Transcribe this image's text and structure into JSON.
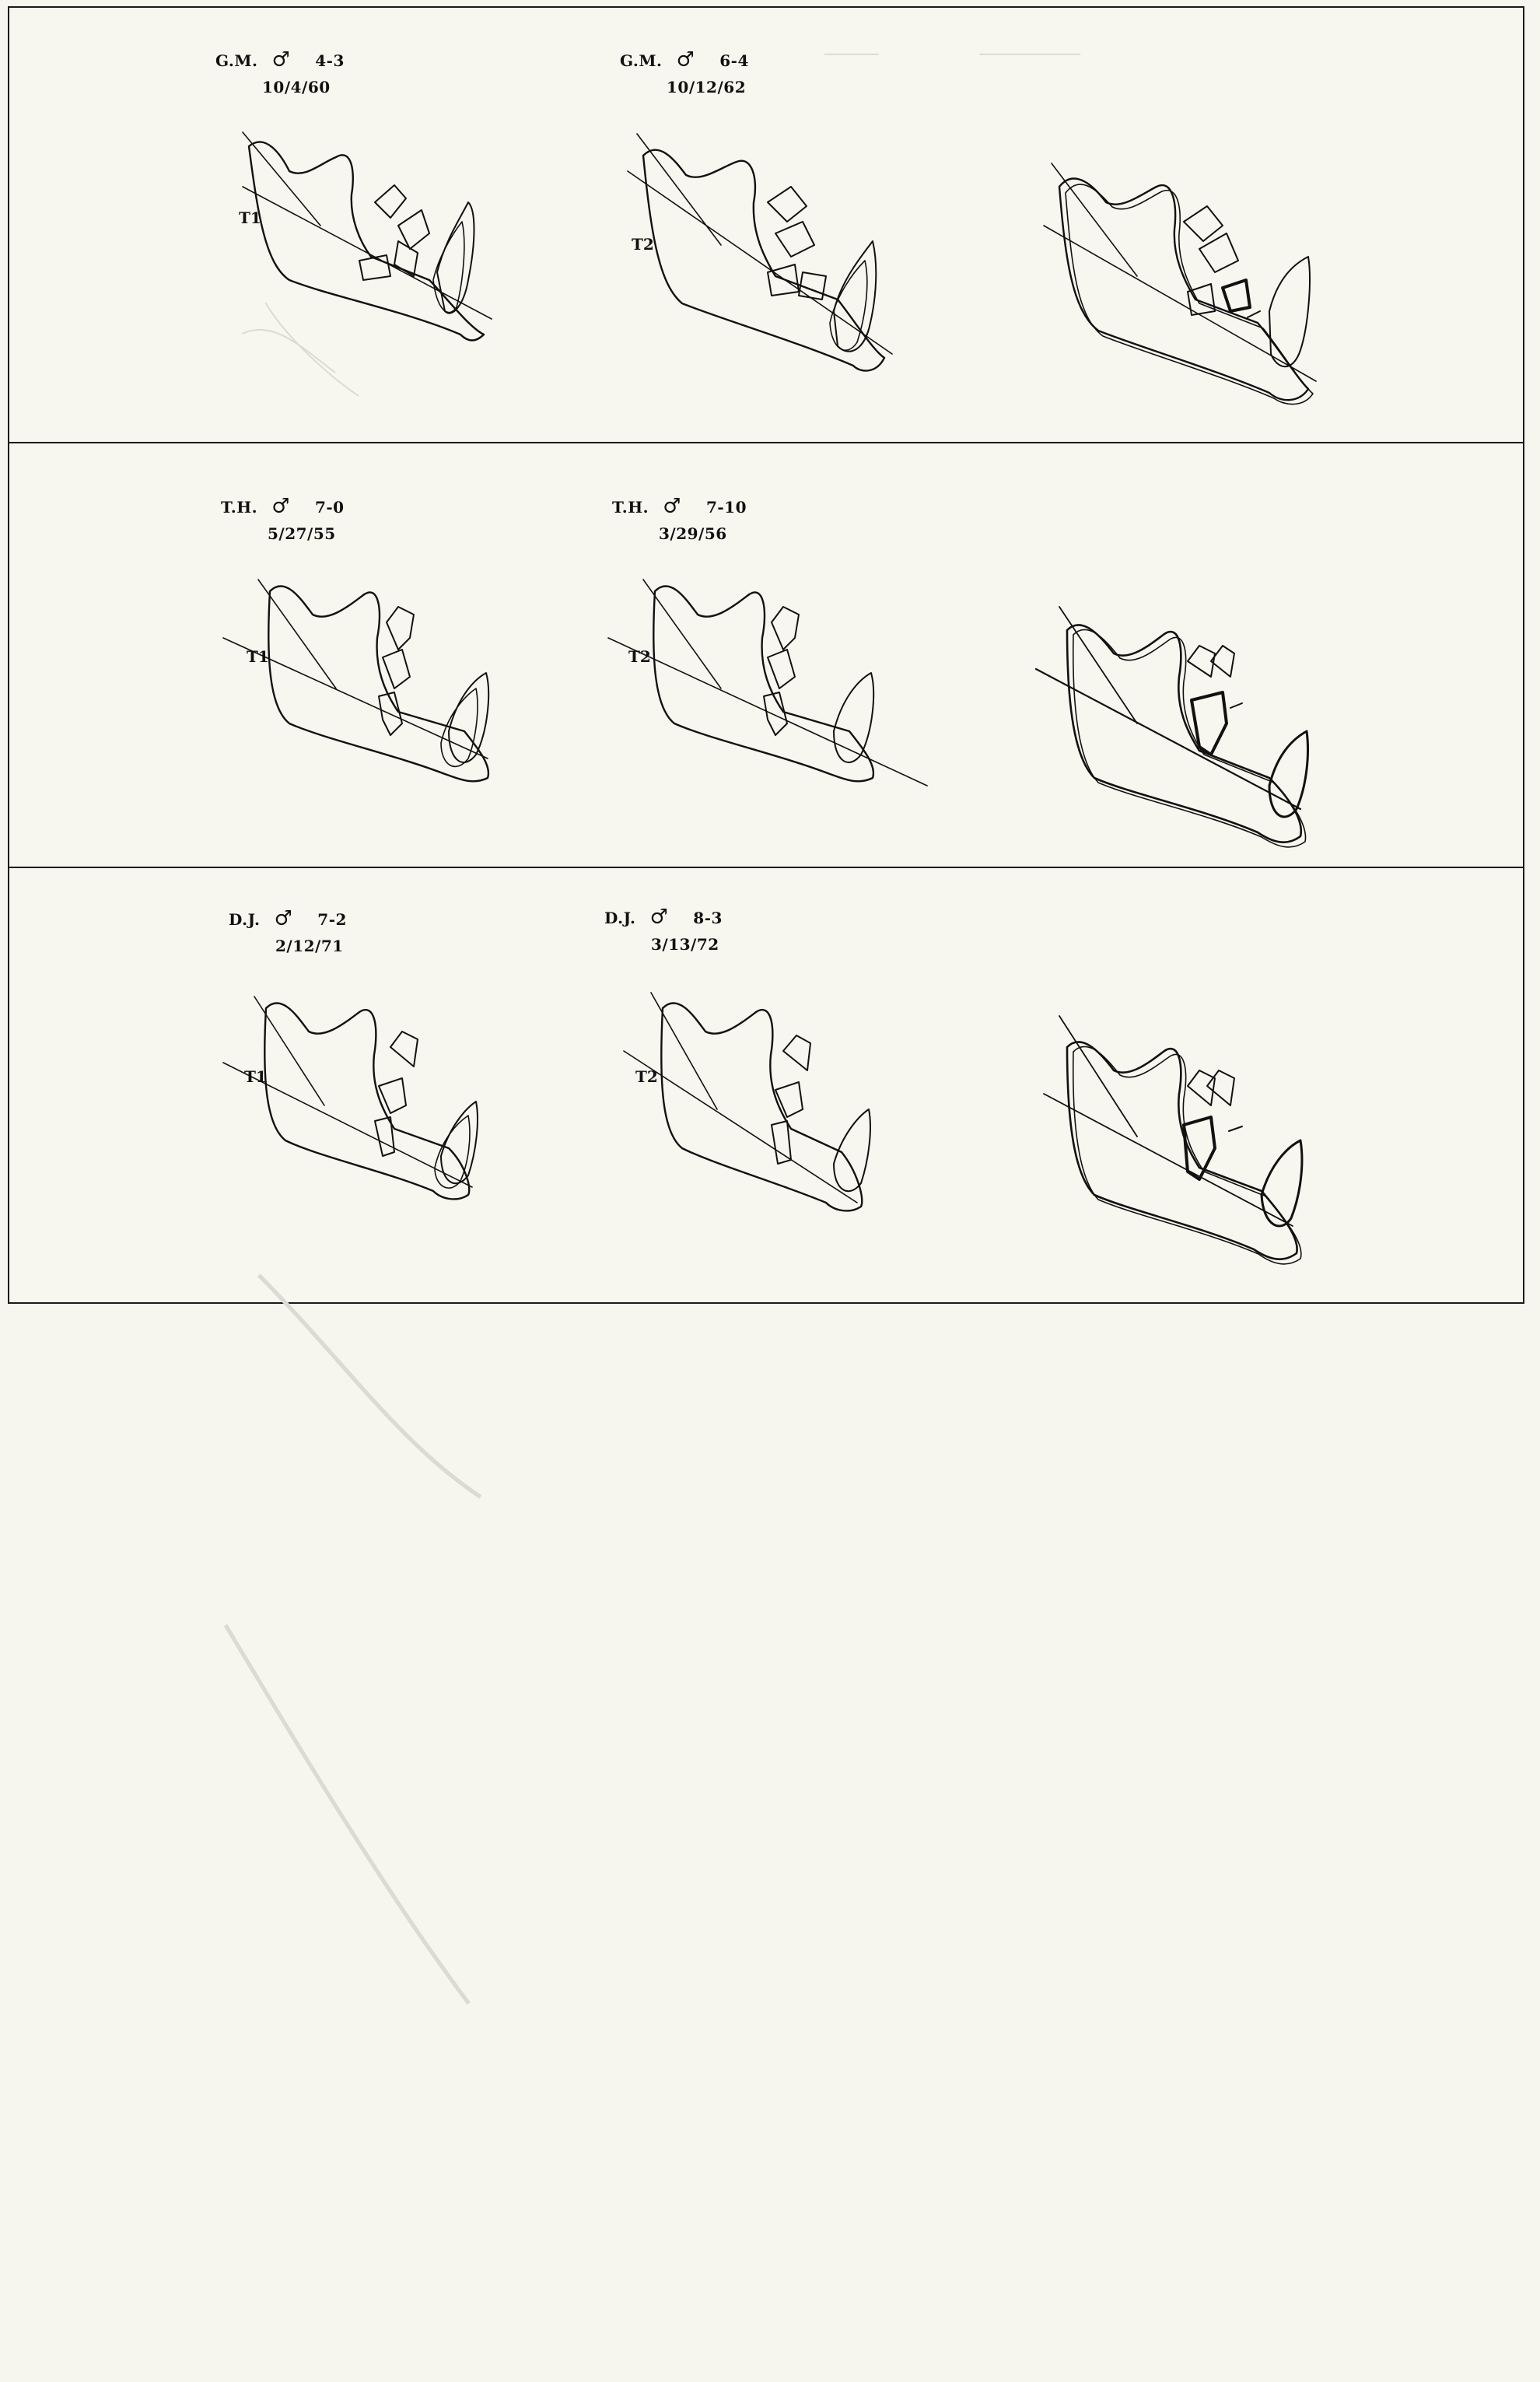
{
  "rows": [
    {
      "t1": {
        "initials": "G.M.",
        "sex_symbol": "♂",
        "age": "4-3",
        "date": "10/4/60",
        "time_label": "T1"
      },
      "t2": {
        "initials": "G.M.",
        "sex_symbol": "♂",
        "age": "6-4",
        "date": "10/12/62",
        "time_label": "T2"
      }
    },
    {
      "t1": {
        "initials": "T.H.",
        "sex_symbol": "♂",
        "age": "7-0",
        "date": "5/27/55",
        "time_label": "T1"
      },
      "t2": {
        "initials": "T.H.",
        "sex_symbol": "♂",
        "age": "7-10",
        "date": "3/29/56",
        "time_label": "T2"
      }
    },
    {
      "t1": {
        "initials": "D.J.",
        "sex_symbol": "♂",
        "age": "7-2",
        "date": "2/12/71",
        "time_label": "T1"
      },
      "t2": {
        "initials": "D.J.",
        "sex_symbol": "♂",
        "age": "8-3",
        "date": "3/13/72",
        "time_label": "T2"
      }
    }
  ],
  "colors": {
    "ink": "#111111",
    "paper": "#f7f6ef",
    "ghost": "#d9d8d0"
  }
}
